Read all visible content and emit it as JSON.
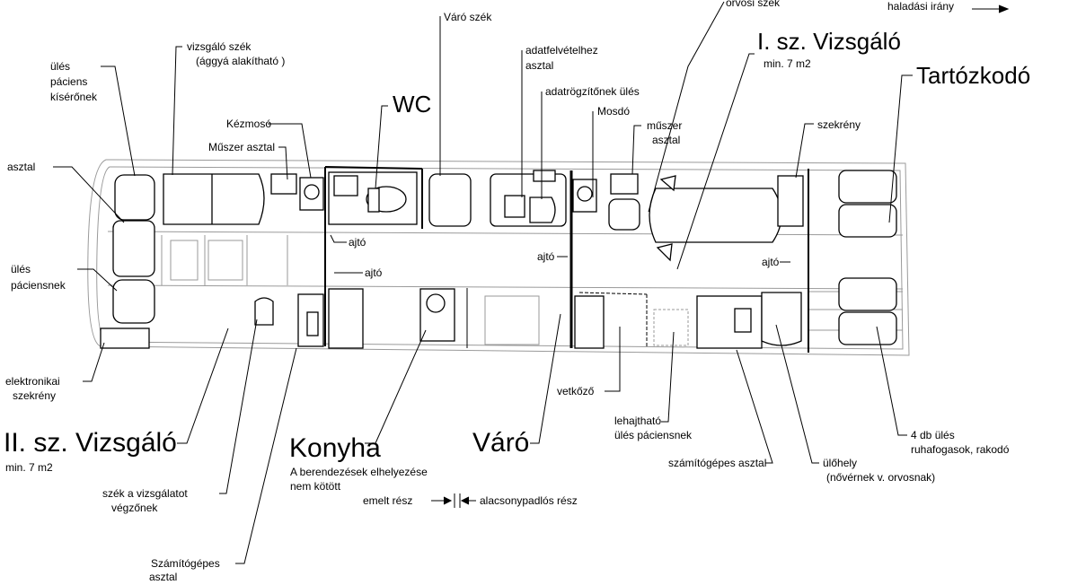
{
  "labels": {
    "direction": "haladási irány",
    "orvosi_szek": "orvosi szék",
    "varo_szek": "Váró szék",
    "vizsgalo_szek": "vizsgáló szék",
    "vizsgalo_szek_note": "(ággyá alakítható )",
    "ules_kisero_1": "ülés",
    "ules_kisero_2": "páciens",
    "ules_kisero_3": "kísérőnek",
    "kezmoso": "Kézmosó",
    "muszer_asztal": "Műszer asztal",
    "wc": "WC",
    "adatfelvetel_1": "adatfelvételhez",
    "adatfelvetel_2": "asztal",
    "adatrogzito": "adatrögzítőnek ülés",
    "mosdo": "Mosdó",
    "muszer2_1": "műszer",
    "muszer2_2": "asztal",
    "room1_title": "I. sz. Vizsgáló",
    "room1_area": "min. 7 m2",
    "tartozkodo": "Tartózkodó",
    "szekreny": "szekrény",
    "asztal": "asztal",
    "ajto_1": "ajtó",
    "ajto_2": "ajtó",
    "ajto_3": "ajtó",
    "ajto_4": "ajtó",
    "ules_paciens_1": "ülés",
    "ules_paciens_2": "páciensnek",
    "elektronikai_1": "elektronikai",
    "elektronikai_2": "szekrény",
    "room2_title": "II. sz. Vizsgáló",
    "room2_area": "min. 7 m2",
    "konyha": "Konyha",
    "konyha_note_1": "A berendezések elhelyezése",
    "konyha_note_2": "nem kötött",
    "varo": "Váró",
    "vetkozo": "vetkőző",
    "lehajthato_1": "lehajtható",
    "lehajthato_2": "ülés páciensnek",
    "szamitogepes_asztal": "számítógépes asztal",
    "ulohely_1": "ülőhely",
    "ulohely_2": "(nővérnek v. orvosnak)",
    "negy_ules_1": "4 db ülés",
    "negy_ules_2": "ruhafogasok, rakodó",
    "emelt_resz": "emelt rész",
    "alacsony_resz": "alacsonypadlós rész",
    "szek_vizsgalo_1": "szék a vizsgálatot",
    "szek_vizsgalo_2": "végzőnek",
    "szamitogepes2_1": "Számítógépes",
    "szamitogepes2_2": "asztal"
  },
  "colors": {
    "line": "#000000",
    "light": "#9a9a9a",
    "fill": "#ffffff"
  }
}
